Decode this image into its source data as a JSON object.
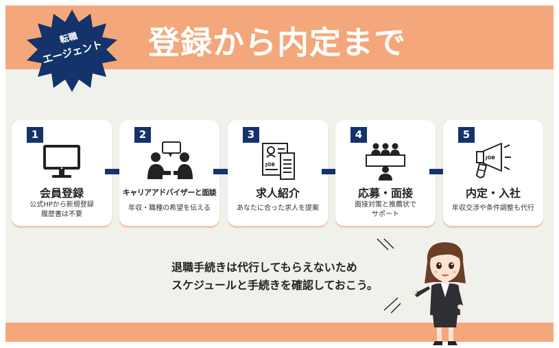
{
  "header": {
    "badge_line1": "転職",
    "badge_line2": "エージェント",
    "title": "登録から内定まで"
  },
  "steps": [
    {
      "number": "1",
      "title": "会員登録",
      "desc_line1": "公式HPから新規登録",
      "desc_line2": "履歴書は不要",
      "icon": "computer-monitor-icon"
    },
    {
      "number": "2",
      "title": "キャリアアドバイザーと面談",
      "desc_line1": "年収・職種の希望を伝える",
      "desc_line2": "",
      "icon": "consultation-meeting-icon"
    },
    {
      "number": "3",
      "title": "求人紹介",
      "desc_line1": "あなたに合った求人を提案",
      "desc_line2": "",
      "icon": "job-documents-icon"
    },
    {
      "number": "4",
      "title": "応募・面接",
      "desc_line1": "面接対策と推薦状で",
      "desc_line2": "サポート",
      "icon": "interview-panel-icon"
    },
    {
      "number": "5",
      "title": "内定・入社",
      "desc_line1": "年収交渉や条件調整も代行",
      "desc_line2": "",
      "icon": "job-megaphone-icon"
    }
  ],
  "message": {
    "line1": "退職手続きは代行してもらえないため",
    "line2": "スケジュールと手続きを確認しておこう。"
  },
  "colors": {
    "accent_orange": "#f4a77b",
    "navy": "#13336a",
    "background": "#f1f1ec",
    "card_shadow": "#f0cba8"
  }
}
